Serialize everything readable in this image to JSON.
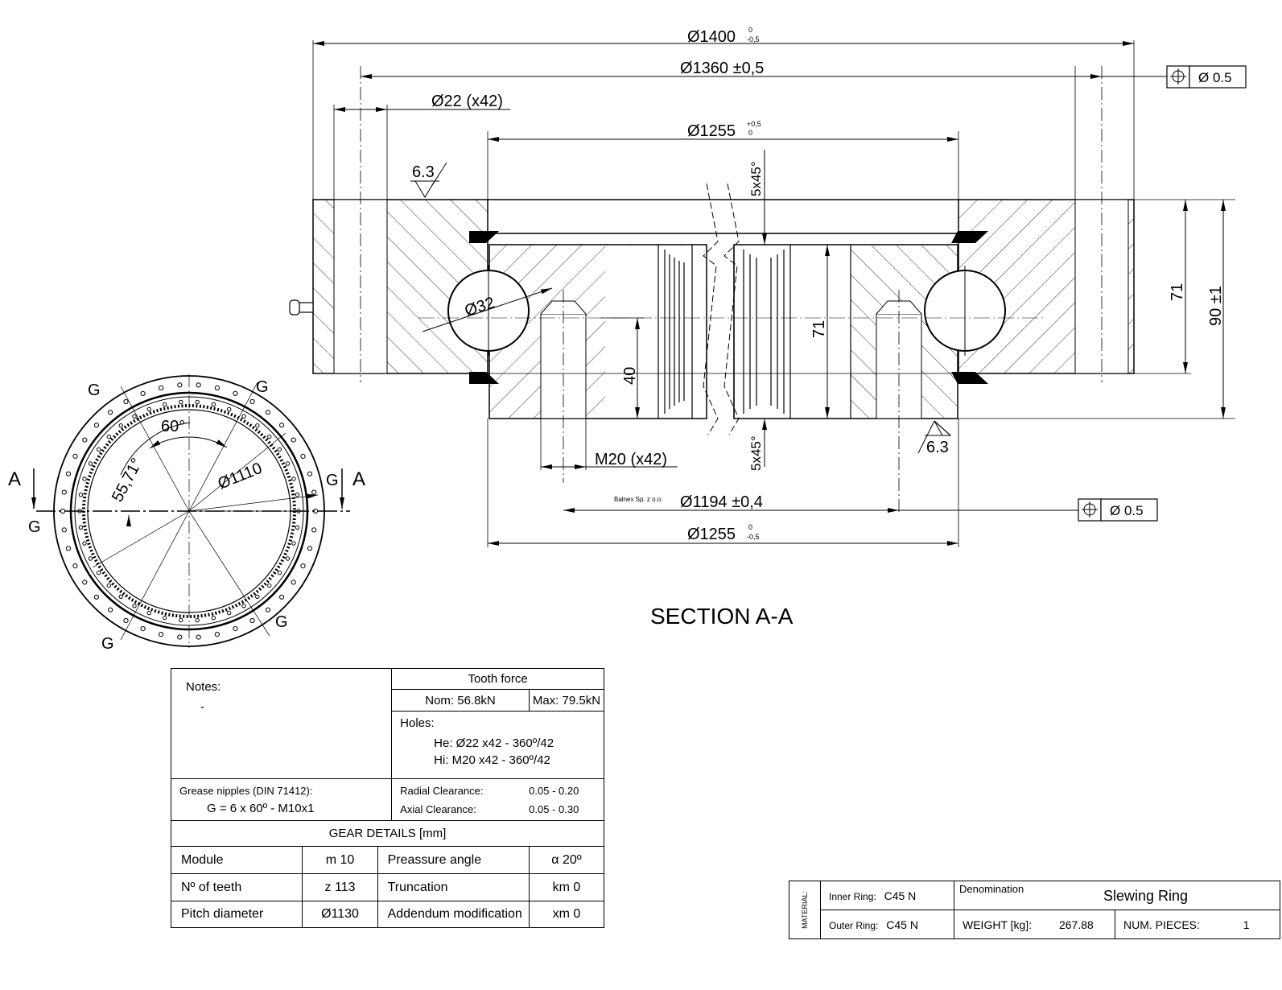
{
  "section": {
    "dims": {
      "d1400": "Ø1400",
      "d1400_tol_upper": "0",
      "d1400_tol_lower": "-0,5",
      "d1360": "Ø1360 ±0,5",
      "d22": "Ø22 (x42)",
      "d1255_top": "Ø1255",
      "d1255_top_tol_upper": "+0,5",
      "d1255_top_tol_lower": "0",
      "chamfer_top": "5x45°",
      "chamfer_bottom": "5x45°",
      "ball": "Ø32",
      "h40": "40",
      "h71_inner": "71",
      "h71_outer": "71",
      "h90": "90 ±1",
      "rough_top": "6.3",
      "rough_bottom": "6.3",
      "m20": "M20 (x42)",
      "d1194": "Ø1194 ±0,4",
      "d1255_bottom": "Ø1255",
      "d1255_bottom_tol_upper": "0",
      "d1255_bottom_tol_lower": "-0,5",
      "tol_top_value": "Ø 0.5",
      "tol_bottom_value": "Ø 0.5"
    },
    "company": "Balnex Sp. z o.o.",
    "title": "SECTION A-A"
  },
  "plan": {
    "label_a_left": "A",
    "label_a_right": "A",
    "g_labels": [
      "G",
      "G",
      "G",
      "G",
      "G",
      "G"
    ],
    "angle_60": "60°",
    "angle_55": "55,71°",
    "d1110": "Ø1110"
  },
  "notes_table": {
    "notes_label": "Notes:",
    "notes_value": "-",
    "tooth_force_label": "Tooth force",
    "nom": "Nom: 56.8kN",
    "max": "Max: 79.5kN",
    "holes_label": "Holes:",
    "holes_he": "He: Ø22 x42 - 360º/42",
    "holes_hi": "Hi: M20 x42 - 360º/42",
    "grease_label": "Grease nipples (DIN 71412):",
    "grease_value": "G = 6 x 60º - M10x1",
    "radial_label": "Radial Clearance:",
    "radial_value": "0.05 - 0.20",
    "axial_label": "Axial Clearance:",
    "axial_value": "0.05 - 0.30",
    "gear_title": "GEAR DETAILS [mm]",
    "rows": [
      {
        "p": "Module",
        "v": "m 10",
        "p2": "Preassure angle",
        "v2": "α 20º"
      },
      {
        "p": "Nº of teeth",
        "v": "z 113",
        "p2": "Truncation",
        "v2": "km 0"
      },
      {
        "p": "Pitch diameter",
        "v": "Ø1130",
        "p2": "Addendum modification",
        "v2": "xm 0"
      }
    ]
  },
  "title_block": {
    "material_label": "MATERIAL:",
    "inner_label": "Inner Ring:",
    "inner_value": "C45 N",
    "outer_label": "Outer Ring:",
    "outer_value": "C45 N",
    "denomination_label": "Denomination",
    "denomination_value": "Slewing Ring",
    "weight_label": "WEIGHT [kg]:",
    "weight_value": "267.88",
    "pieces_label": "NUM. PIECES:",
    "pieces_value": "1"
  }
}
